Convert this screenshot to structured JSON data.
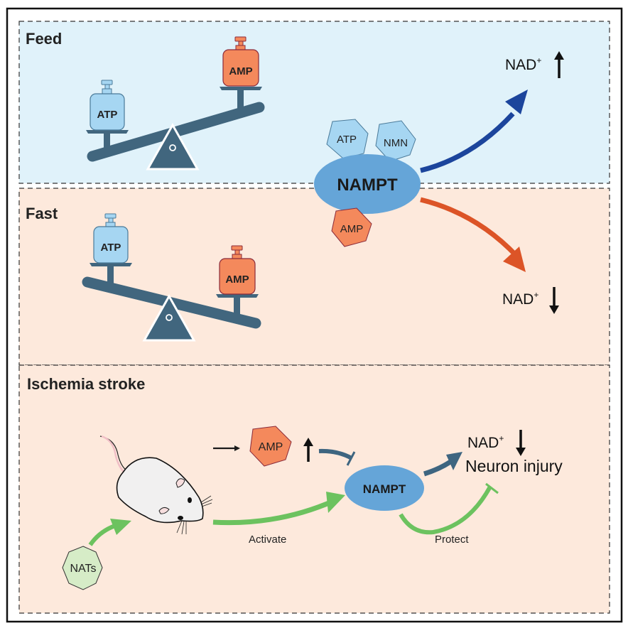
{
  "colors": {
    "feed_bg": "#e0f2fa",
    "fast_bg": "#fde9dc",
    "seesaw": "#41667e",
    "atp_fill": "#a6d6f2",
    "atp_stroke": "#4a7a99",
    "amp_fill": "#f4895c",
    "amp_stroke": "#8a2a3a",
    "nampt_fill": "#65a5d8",
    "nad_up_arrow": "#1c459c",
    "nad_down_arrow": "#dc5427",
    "inhibit": "#3e6580",
    "green": "#6cc25f",
    "nats_fill": "#d6ecc7"
  },
  "panels": {
    "feed": {
      "title": "Feed",
      "left_weight": "ATP",
      "right_weight": "AMP",
      "tilt": "AMP side up"
    },
    "fast": {
      "title": "Fast",
      "left_weight": "ATP",
      "right_weight": "AMP",
      "tilt": "AMP side down"
    },
    "ischemia": {
      "title": "Ischemia stroke"
    }
  },
  "center": {
    "enzyme": "NAMPT",
    "activators": [
      "ATP",
      "NMN"
    ],
    "inhibitor": "AMP",
    "nad_feed": {
      "label": "NAD",
      "sup": "+",
      "direction": "up"
    },
    "nad_fast": {
      "label": "NAD",
      "sup": "+",
      "direction": "down"
    }
  },
  "stroke_pathway": {
    "amp_label": "AMP",
    "amp_direction": "up",
    "enzyme": "NAMPT",
    "nad": {
      "label": "NAD",
      "sup": "+",
      "direction": "down"
    },
    "outcome": "Neuron injury",
    "drug": "NATs",
    "activate_label": "Activate",
    "protect_label": "Protect"
  }
}
